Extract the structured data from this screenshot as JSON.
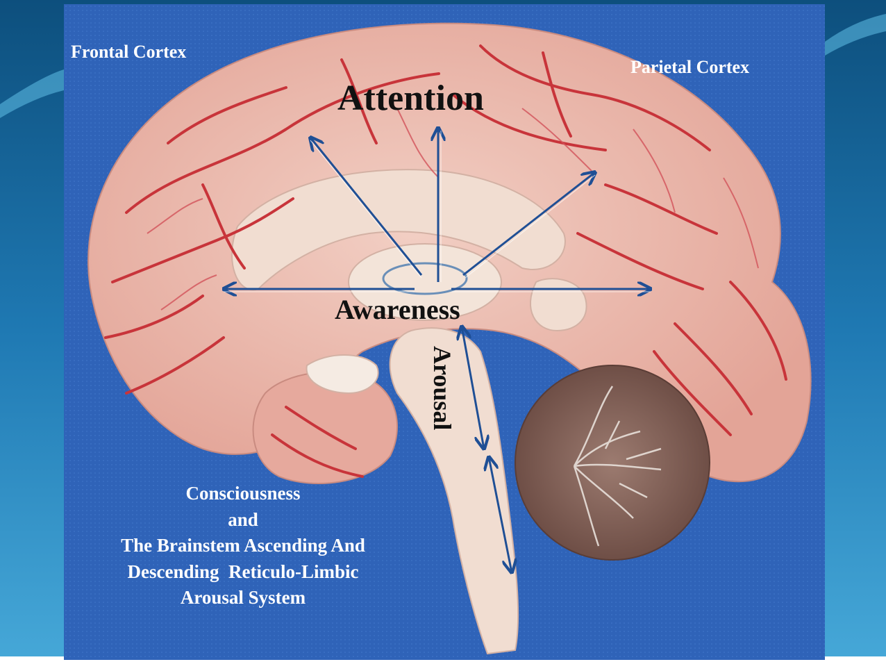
{
  "labels": {
    "frontal": "Frontal Cortex",
    "parietal": "Parietal Cortex",
    "attention": "Attention",
    "awareness": "Awareness",
    "arousal": "Arousal"
  },
  "caption": {
    "line1": "Consciousness",
    "line2": "and",
    "line3": "The Brainstem Ascending And",
    "line4": "Descending  Reticulo-Limbic",
    "line5": "Arousal System"
  },
  "colors": {
    "slide_blue": "#2a7fb8",
    "cloth_blue": "#2f63b8",
    "brain_pink": "#e8b2a6",
    "vessel_red": "#c8343a",
    "arrow_blue": "#1f4f95",
    "cerebellum_brown": "#7a5a50"
  }
}
